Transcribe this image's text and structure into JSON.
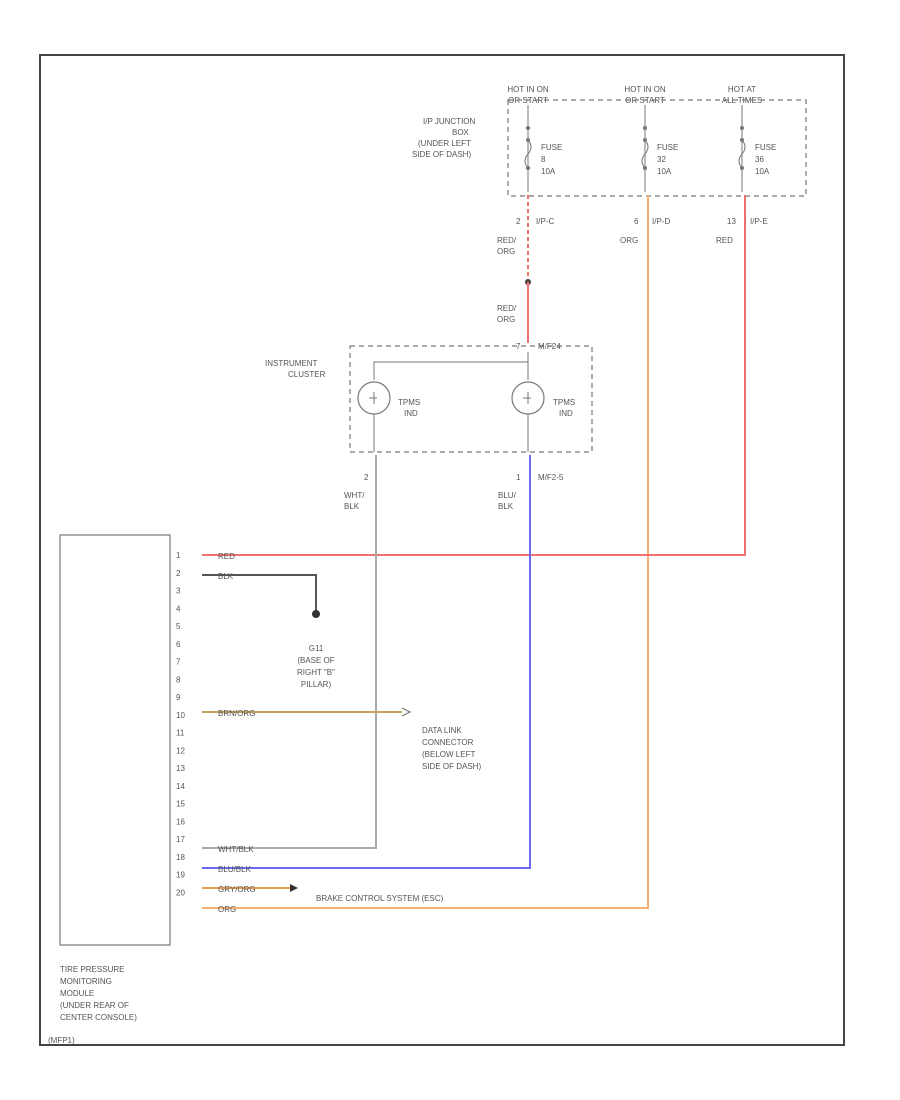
{
  "colors": {
    "red": "#f07070",
    "orange": "#f5b070",
    "blue": "#6a6af0",
    "black": "#555555",
    "gray": "#aaaaaa",
    "tan": "#d8b070",
    "brown": "#c8a060",
    "orange_dark": "#e8a050"
  },
  "power": {
    "hot1": [
      "HOT IN ON",
      "OR START"
    ],
    "hot2": [
      "HOT IN ON",
      "OR START"
    ],
    "hot3": [
      "HOT AT",
      "ALL TIMES"
    ],
    "junction_box": [
      "I/P JUNCTION",
      "BOX",
      "(UNDER LEFT",
      "SIDE OF DASH)"
    ],
    "fuse1": [
      "FUSE",
      "8",
      "10A"
    ],
    "fuse2": [
      "FUSE",
      "32",
      "10A"
    ],
    "fuse3": [
      "FUSE",
      "36",
      "10A"
    ],
    "pin1": "2",
    "conn1": "I/P-C",
    "pin2": "6",
    "conn2": "I/P-D",
    "pin3": "13",
    "conn3": "I/P-E",
    "wire1": [
      "RED/",
      "ORG"
    ],
    "wire2": "ORG",
    "wire3": "RED",
    "wire1b": [
      "RED/",
      "ORG"
    ]
  },
  "cluster": {
    "title": [
      "INSTRUMENT",
      "CLUSTER"
    ],
    "pin_top": "7",
    "conn_top": "M/F24",
    "ind1": [
      "TPMS",
      "IND"
    ],
    "ind2": [
      "TPMS",
      "IND"
    ],
    "pin_left": "2",
    "pin_right": "1",
    "conn_bottom": "M/F2-5",
    "wire_left": [
      "WHT/",
      "BLK"
    ],
    "wire_right": [
      "BLU/",
      "BLK"
    ]
  },
  "module": {
    "title": [
      "TIRE PRESSURE",
      "MONITORING",
      "MODULE",
      "(UNDER REAR OF",
      "CENTER CONSOLE)"
    ],
    "code": "(MFP1)",
    "pins": [
      "1",
      "2",
      "3",
      "4",
      "5",
      "6",
      "7",
      "8",
      "9",
      "10",
      "11",
      "12",
      "13",
      "14",
      "15",
      "16",
      "17",
      "18",
      "19",
      "20"
    ],
    "wire_pin1": "RED",
    "wire_pin2": "BLK",
    "wire_pin9": "BRN/ORG",
    "wire_pin16": "WHT/BLK",
    "wire_pin17": "BLU/BLK",
    "wire_pin18": "GRY/ORG",
    "wire_pin19": "ORG"
  },
  "ground": {
    "name": "G11",
    "text": [
      "(BASE OF",
      "RIGHT \"B\"",
      "PILLAR)"
    ]
  },
  "dlc": [
    "DATA LINK",
    "CONNECTOR",
    "(BELOW LEFT",
    "SIDE OF DASH)"
  ],
  "esc": "BRAKE CONTROL SYSTEM (ESC)"
}
